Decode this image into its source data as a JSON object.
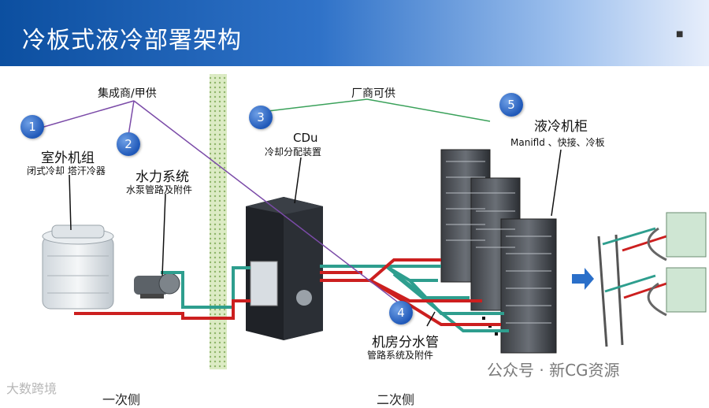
{
  "title": "冷板式液冷部署架构",
  "header_dot": "■",
  "labels": {
    "integrator": "集成商/甲供",
    "vendor": "厂商可供",
    "outdoor_unit": "室外机组",
    "outdoor_unit_sub": "闭式冷却 塔汗冷器",
    "hydraulic": "水力系统",
    "hydraulic_sub": "水泵管路及附件",
    "cdu": "CDu",
    "cdu_sub": "冷却分配装置",
    "cabinet": "液冷机柜",
    "cabinet_sub": "Manifld 、快接、冷板",
    "room_pipe": "机房分水管",
    "room_pipe_sub": "管路系统及附件",
    "primary_side": "一次侧",
    "secondary_side": "二次侧"
  },
  "markers": [
    "1",
    "2",
    "3",
    "4",
    "5"
  ],
  "watermark": "公众号 · 新CG资源",
  "watermark_left": "大数跨境",
  "colors": {
    "header_start": "#0c4fa0",
    "header_end": "#e7eefb",
    "supply_pipe": "#2e9e8e",
    "return_pipe": "#cc1f1f",
    "integrator_line": "#7b4ba8",
    "vendor_line": "#3aa15a",
    "wall": "#cfe3b0"
  }
}
